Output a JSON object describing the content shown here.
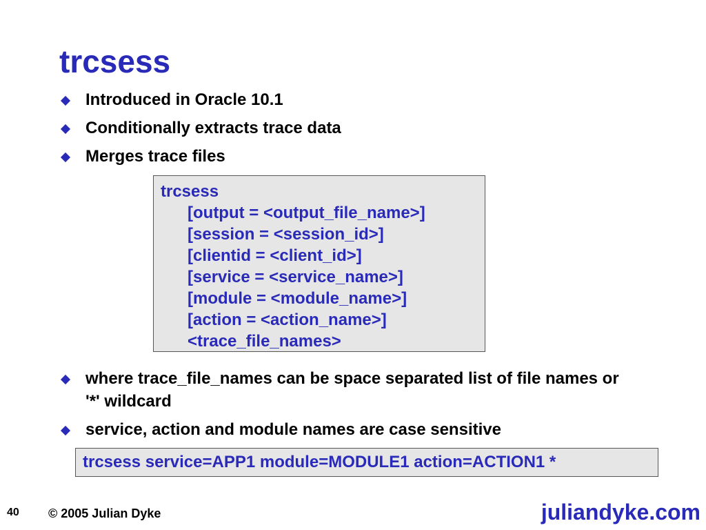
{
  "slide": {
    "title": "trcsess",
    "bullets_top": [
      "Introduced in Oracle 10.1",
      "Conditionally extracts trace data",
      "Merges trace files"
    ],
    "syntax": {
      "command": "trcsess",
      "params": [
        "[output = <output_file_name>]",
        "[session = <session_id>]",
        "[clientid = <client_id>]",
        "[service = <service_name>]",
        "[module = <module_name>]",
        "[action = <action_name>]",
        "<trace_file_names>"
      ]
    },
    "bullets_bottom": [
      "where trace_file_names can be space separated list of file names or '*' wildcard",
      "service, action and module names are case sensitive"
    ],
    "example": "trcsess service=APP1 module=MODULE1 action=ACTION1 *"
  },
  "footer": {
    "page_number": "40",
    "copyright": "© 2005 Julian Dyke",
    "site": "juliandyke.com"
  },
  "colors": {
    "accent": "#2a2ab8",
    "box_fill": "#e6e6e6",
    "box_border": "#555555"
  }
}
